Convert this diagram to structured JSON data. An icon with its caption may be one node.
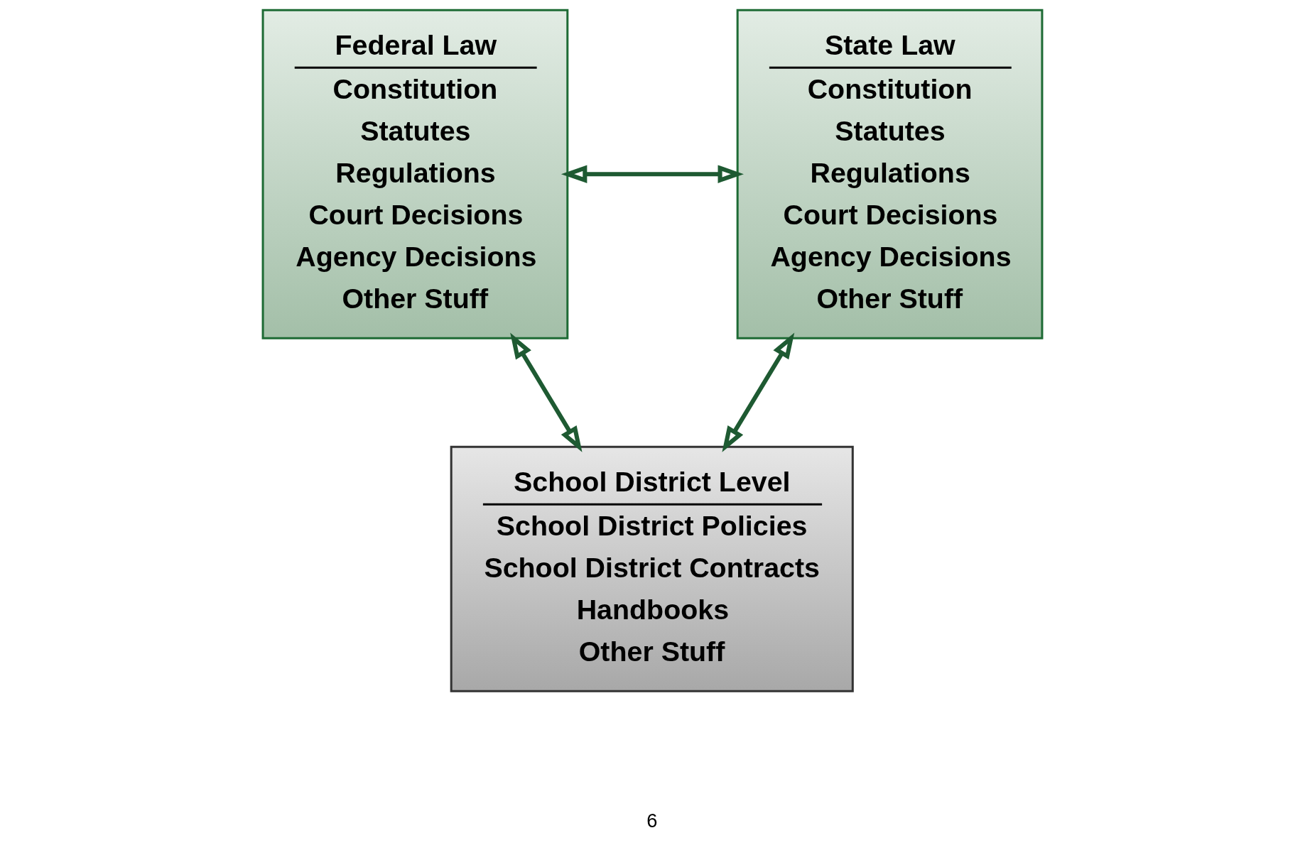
{
  "diagram": {
    "nodes": [
      {
        "text": [
          "Federal Law",
          "Constitution",
          "Statutes",
          "Regulations",
          "Court Decisions",
          "Agency Decisions",
          "Other Stuff"
        ]
      },
      {
        "text": [
          "State Law",
          "Constitution",
          "Statutes",
          "Regulations",
          "Court Decisions",
          "Agency Decisions",
          "Other Stuff"
        ]
      },
      {
        "text": [
          "School District Level",
          "School District Policies",
          "School District Contracts",
          "Handbooks",
          "Other Stuff"
        ]
      }
    ],
    "edges": [
      {
        "from": 0,
        "to": 1,
        "arrow": "both"
      },
      {
        "from": 0,
        "to": 2,
        "arrow": "both"
      },
      {
        "from": 1,
        "to": 2,
        "arrow": "both"
      }
    ],
    "labels": [
      "6"
    ]
  }
}
